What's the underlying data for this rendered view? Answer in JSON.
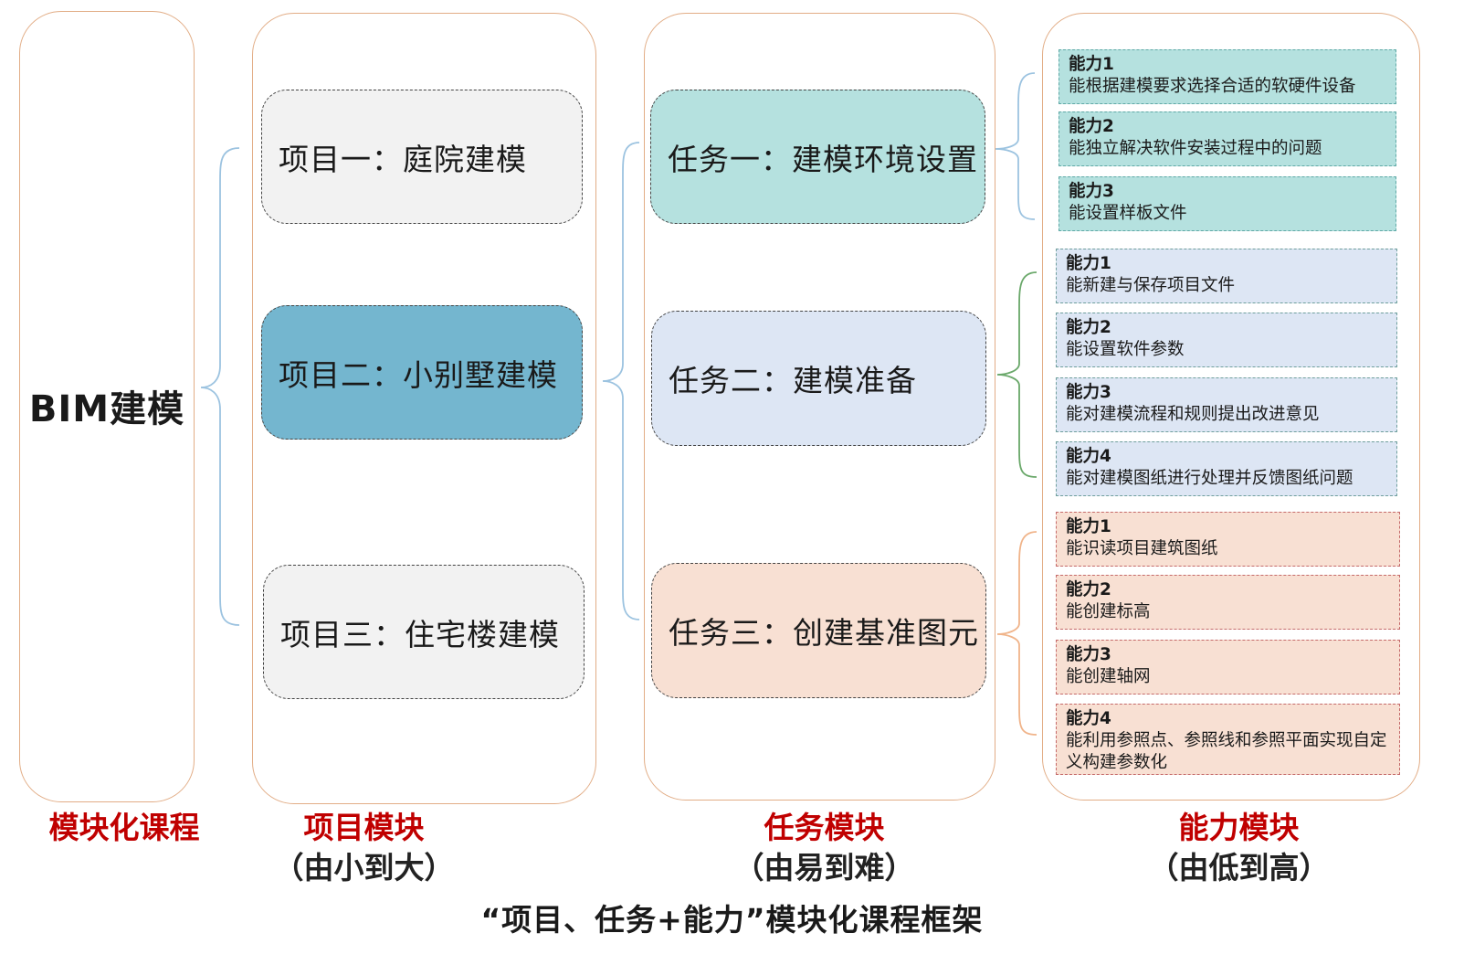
{
  "course": {
    "title": "BIM建模"
  },
  "projects": [
    {
      "label": "项目一：庭院建模"
    },
    {
      "label": "项目二：小别墅建模"
    },
    {
      "label": "项目三：住宅楼建模"
    }
  ],
  "tasks": [
    {
      "label": "任务一：建模环境设置"
    },
    {
      "label": "任务二：建模准备"
    },
    {
      "label": "任务三：创建基准图元"
    }
  ],
  "abilities": [
    {
      "title": "能力1",
      "desc": "能根据建模要求选择合适的软硬件设备"
    },
    {
      "title": "能力2",
      "desc": "能独立解决软件安装过程中的问题"
    },
    {
      "title": "能力3",
      "desc": "能设置样板文件"
    },
    {
      "title": "能力1",
      "desc": "能新建与保存项目文件"
    },
    {
      "title": "能力2",
      "desc": "能设置软件参数"
    },
    {
      "title": "能力3",
      "desc": "能对建模流程和规则提出改进意见"
    },
    {
      "title": "能力4",
      "desc": "能对建模图纸进行处理并反馈图纸问题"
    },
    {
      "title": "能力1",
      "desc": "能识读项目建筑图纸"
    },
    {
      "title": "能力2",
      "desc": "能创建标高"
    },
    {
      "title": "能力3",
      "desc": "能创建轴网"
    },
    {
      "title": "能力4",
      "desc": "能利用参照点、参照线和参照平面实现自定义构建参数化"
    }
  ],
  "labels": {
    "course": "模块化课程",
    "project": "项目模块",
    "project_sub": "（由小到大）",
    "task": "任务模块",
    "task_sub": "（由易到难）",
    "ability": "能力模块",
    "ability_sub": "（由低到高）"
  },
  "footer": "“项目、任务+能力”模块化课程框架",
  "colors": {
    "column_border": "#e2ad86",
    "project_highlight": "#74b6cf",
    "project_plain": "#f2f2f2",
    "task1": "#b5e1df",
    "task2": "#dde6f4",
    "task3": "#f8e0d3",
    "label_red": "#c00000",
    "bracket_blue": "#9cc3e0",
    "bracket_green": "#6aa86a",
    "bracket_orange": "#f0b48a"
  }
}
